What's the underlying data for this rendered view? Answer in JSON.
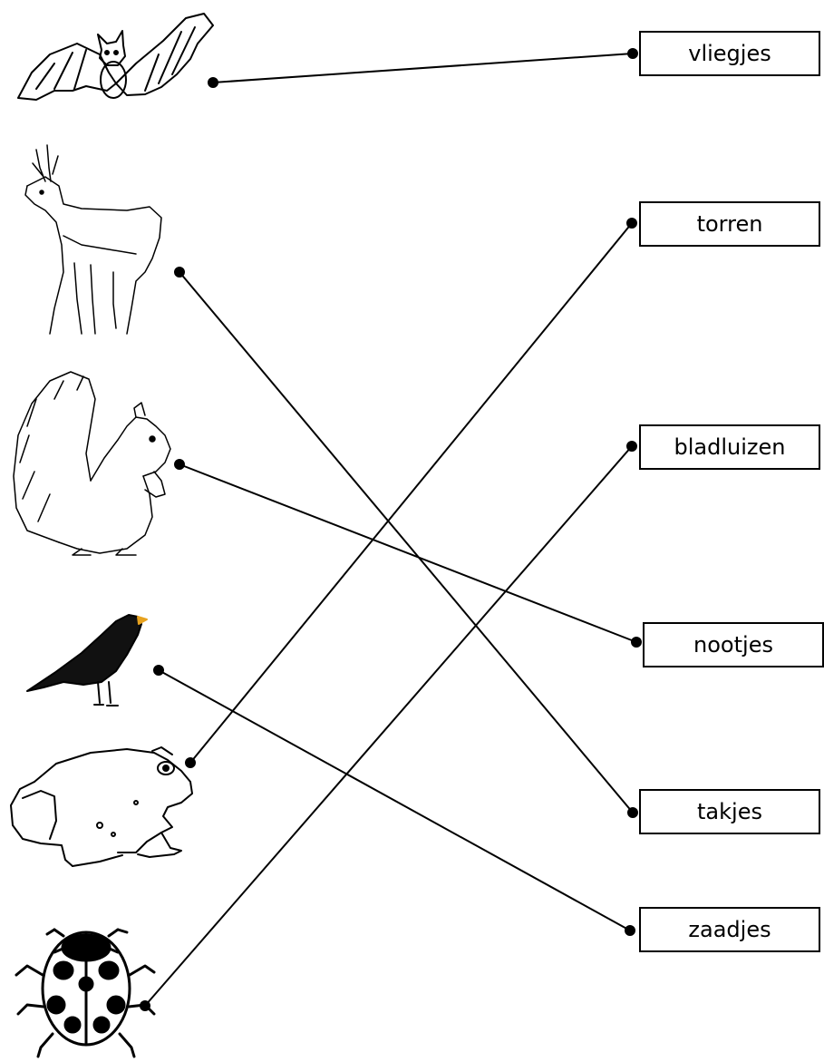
{
  "words": [
    "vliegjes",
    "torren",
    "bladluizen",
    "nootjes",
    "takjes",
    "zaadjes"
  ],
  "animals": [
    {
      "name": "bat",
      "matches": "vliegjes"
    },
    {
      "name": "deer",
      "matches": "takjes"
    },
    {
      "name": "squirrel",
      "matches": "nootjes"
    },
    {
      "name": "blackbird",
      "matches": "zaadjes"
    },
    {
      "name": "toad",
      "matches": "torren"
    },
    {
      "name": "ladybug",
      "matches": "bladluizen"
    }
  ],
  "colors": {
    "line": "#000000",
    "beak": "#e7a21f"
  }
}
